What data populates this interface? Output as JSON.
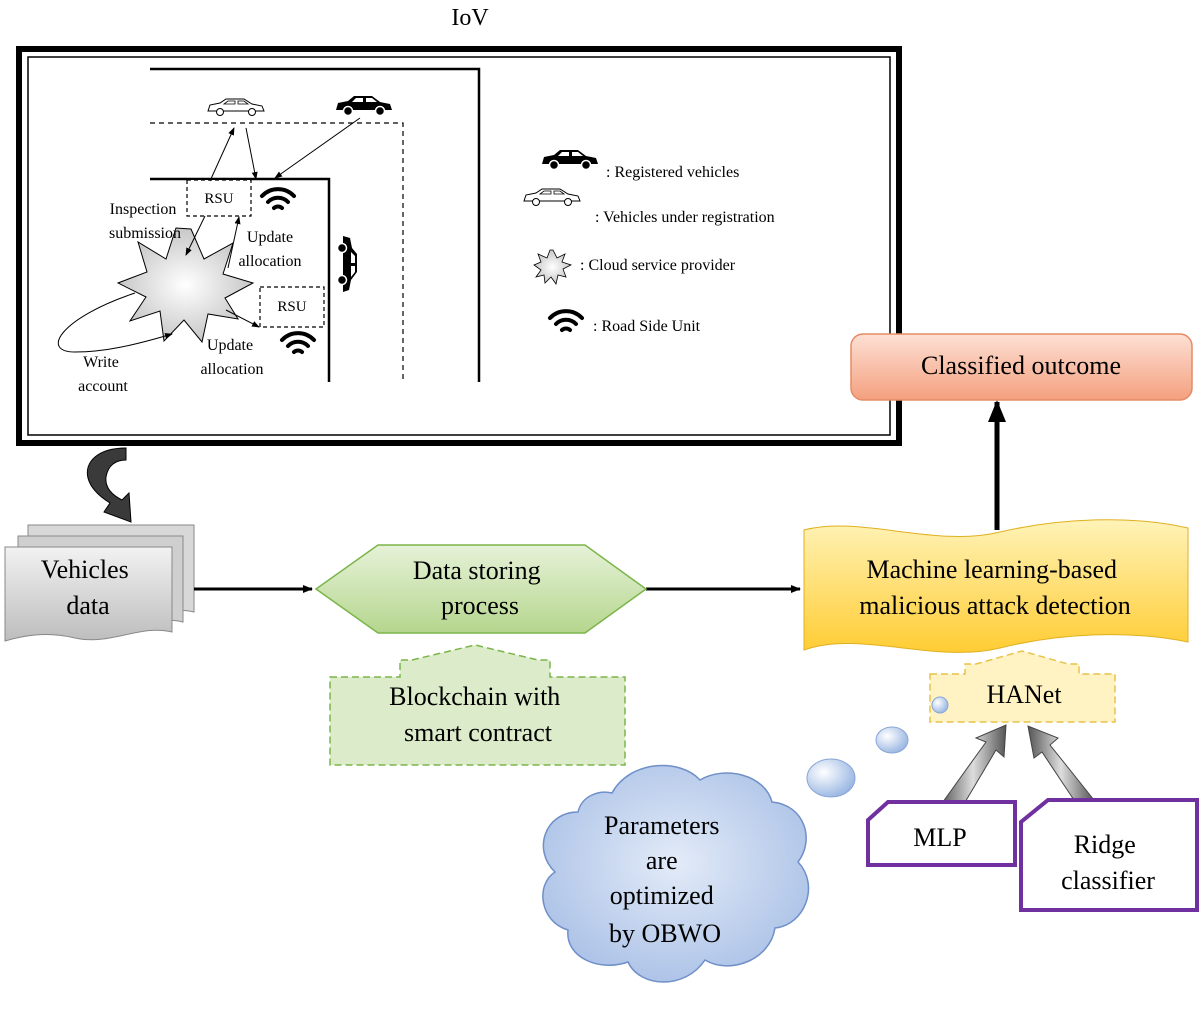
{
  "title": "IoV",
  "iov_panel": {
    "rsu_label_top": "RSU",
    "rsu_label_bottom": "RSU",
    "inspection_line1": "Inspection",
    "inspection_line2": "submission",
    "update_top_line1": "Update",
    "update_top_line2": "allocation",
    "update_bottom_line1": "Update",
    "update_bottom_line2": "allocation",
    "write_line1": "Write",
    "write_line2": "account"
  },
  "legend": {
    "registered": ": Registered vehicles",
    "under_registration": ": Vehicles under registration",
    "cloud": ": Cloud service provider",
    "rsu": ": Road Side Unit"
  },
  "vehicles_data": {
    "line1": "Vehicles",
    "line2": "data"
  },
  "data_storing": {
    "line1": "Data storing",
    "line2": "process"
  },
  "blockchain": {
    "line1": "Blockchain with",
    "line2": "smart contract"
  },
  "ml_detection": {
    "line1": "Machine learning-based",
    "line2": "malicious attack detection"
  },
  "classified_outcome": "Classified outcome",
  "hanet": "HANet",
  "mlp": "MLP",
  "ridge": {
    "line1": "Ridge",
    "line2": "classifier"
  },
  "params": {
    "line1": "Parameters",
    "line2": "are",
    "line3": "optimized",
    "line4": "by OBWO"
  },
  "colors": {
    "green_fill": "#c7e0a8",
    "green_stroke": "#7bb54a",
    "yellow_fill": "#ffd75a",
    "orange_fill": "#f7a98a",
    "cloud_fill": "#b6cbec",
    "purple": "#7030a0"
  }
}
